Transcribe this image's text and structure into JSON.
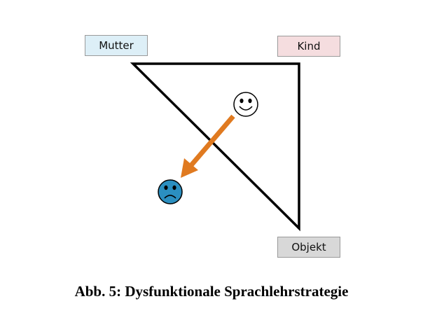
{
  "nodes": {
    "mutter": {
      "label": "Mutter",
      "fill": "#ddeff7"
    },
    "kind": {
      "label": "Kind",
      "fill": "#f5dddf"
    },
    "objekt": {
      "label": "Objekt",
      "fill": "#d8d8d8"
    }
  },
  "icons": {
    "happy": "smiling-face-icon",
    "sad": "sad-face-icon"
  },
  "colors": {
    "arrow": "#e07a20",
    "sad_face": "#2b8fc0",
    "triangle": "#000000"
  },
  "caption": "Abb. 5: Dysfunktionale Sprachlehrstrategie"
}
